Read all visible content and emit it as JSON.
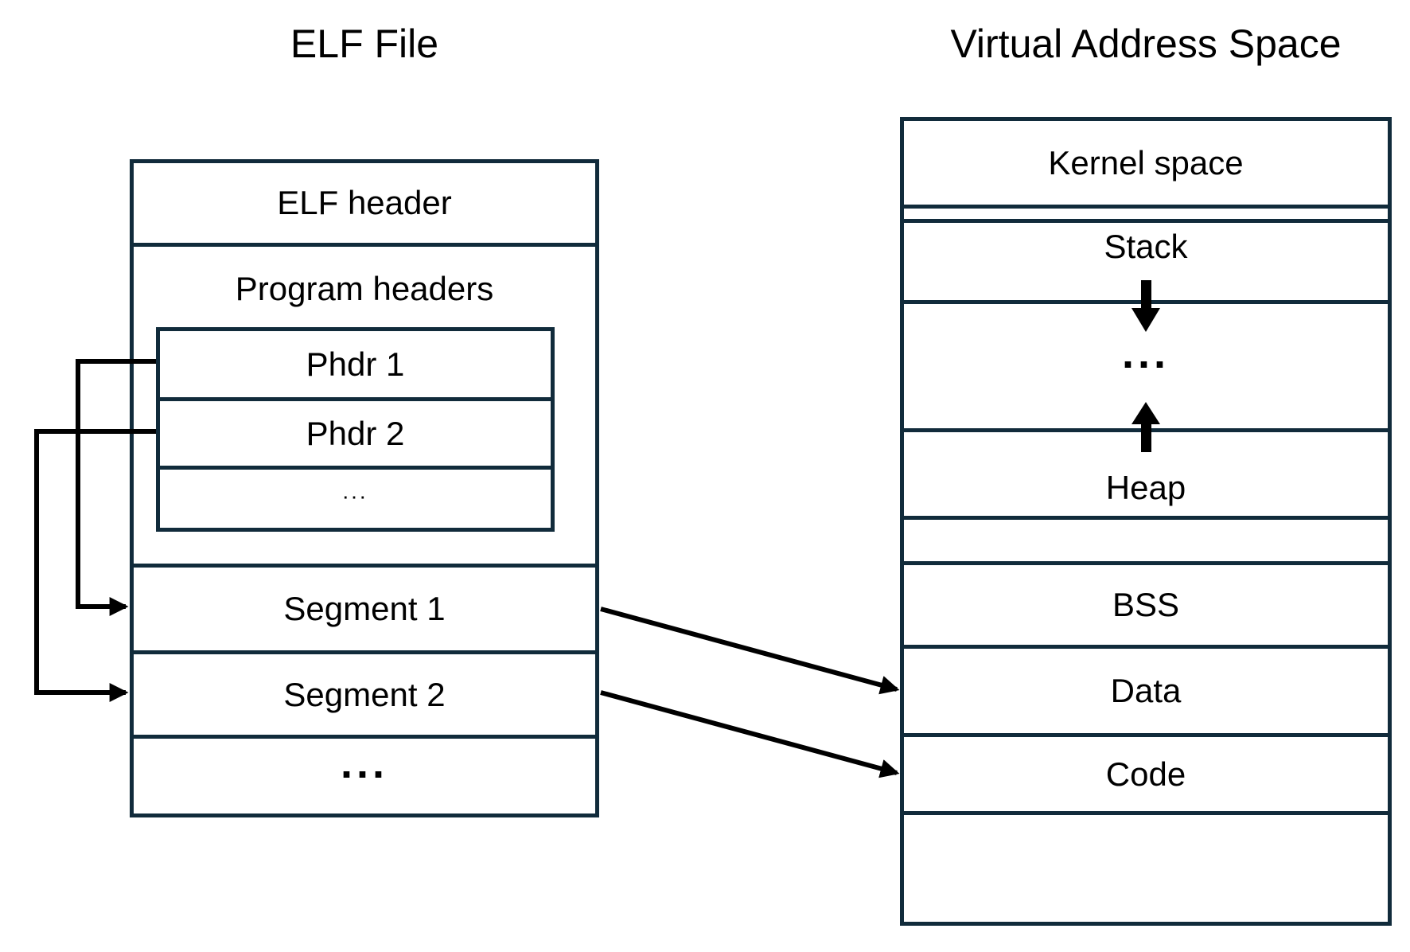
{
  "titles": {
    "left": "ELF File",
    "right": "Virtual Address Space"
  },
  "elf_file": {
    "header_label": "ELF header",
    "program_headers_label": "Program headers",
    "phdr_rows": [
      "Phdr 1",
      "Phdr 2",
      "..."
    ],
    "segment_rows": [
      "Segment 1",
      "Segment 2",
      "..."
    ]
  },
  "vas": {
    "rows": [
      "Kernel space",
      "",
      "Stack",
      "...",
      "Heap",
      "",
      "BSS",
      "Data",
      "Code",
      ""
    ]
  },
  "arrows": {
    "phdr1_to_segment1": "Phdr 1 -> Segment 1",
    "phdr2_to_segment2": "Phdr 2 -> Segment 2",
    "segment1_to_data": "Segment 1 -> Data",
    "segment2_to_code": "Segment 2 -> Code",
    "stack_growth": "down",
    "heap_growth": "up"
  },
  "colors": {
    "border": "#112b3b",
    "text": "#000000",
    "arrow": "#000000",
    "background": "#ffffff"
  }
}
